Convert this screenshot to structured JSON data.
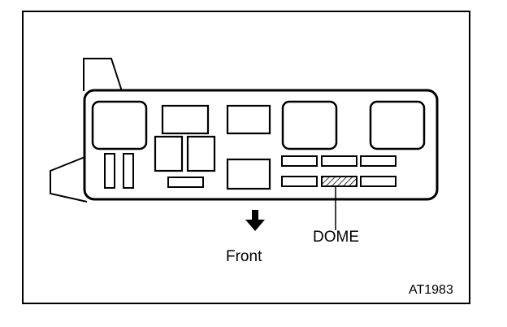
{
  "labels": {
    "dome": "DOME",
    "front": "Front",
    "figure_code": "AT1983"
  },
  "icons": {
    "arrow": "arrow-down-icon"
  },
  "colors": {
    "ink": "#000000",
    "paper": "#ffffff"
  }
}
